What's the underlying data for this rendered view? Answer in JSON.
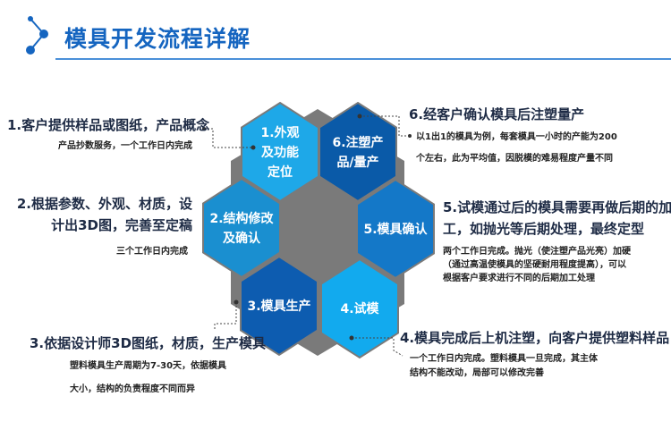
{
  "header": {
    "title": "模具开发流程详解",
    "icon": "molecule-connector-icon",
    "accent": "#1565c0"
  },
  "hexagons": [
    {
      "lines": [
        "1.外观",
        "及功能",
        "定位"
      ],
      "color": "#1ea8e8"
    },
    {
      "lines": [
        "2.结构修改",
        "及确认"
      ],
      "color": "#1a8fd0"
    },
    {
      "lines": [
        "3.模具生产"
      ],
      "color": "#0d5cb0"
    },
    {
      "lines": [
        "4.试模"
      ],
      "color": "#12aaee"
    },
    {
      "lines": [
        "5.模具确认"
      ],
      "color": "#1478c8"
    },
    {
      "lines": [
        "6.注塑产",
        "品/量产"
      ],
      "color": "#0a5aa8"
    }
  ],
  "center_color": "#7a7a7a",
  "steps": [
    {
      "heading": [
        "1.客户提供样品或图纸，产品概念"
      ],
      "details": [
        "产品抄数服务，一个工作日内完成"
      ]
    },
    {
      "heading": [
        "2.根据参数、外观、材质，设",
        "计出3D图，完善至定稿"
      ],
      "details": [
        "三个工作日内完成"
      ]
    },
    {
      "heading": [
        "3.依据设计师3D图纸，材质，生产模具"
      ],
      "details": [
        "塑料模具生产周期为7-30天，依据模具",
        "大小，结构的负责程度不同而异"
      ]
    },
    {
      "heading": [
        "4.模具完成后上机注塑，向客户提供塑料样品"
      ],
      "details": [
        "一个工作日内完成。塑料模具一旦完成，其主体",
        "结构不能改动，局部可以修改完善"
      ]
    },
    {
      "heading": [
        "5.试模通过后的模具需要再做后期的加",
        "工，如抛光等后期处理，最终定型"
      ],
      "details": [
        "两个工作日完成。抛光（使注塑产品光亮）加硬",
        "（通过高温使模具的坚硬耐用程度提高），可以",
        "根据客户要求进行不同的后期加工处理"
      ]
    },
    {
      "heading": [
        "6.经客户确认模具后注塑量产"
      ],
      "details": [
        "以1出1的模具为例，每套模具一小时的产能为200",
        "个左右，此为平均值，因脱模的难易程度产量不同"
      ]
    }
  ]
}
